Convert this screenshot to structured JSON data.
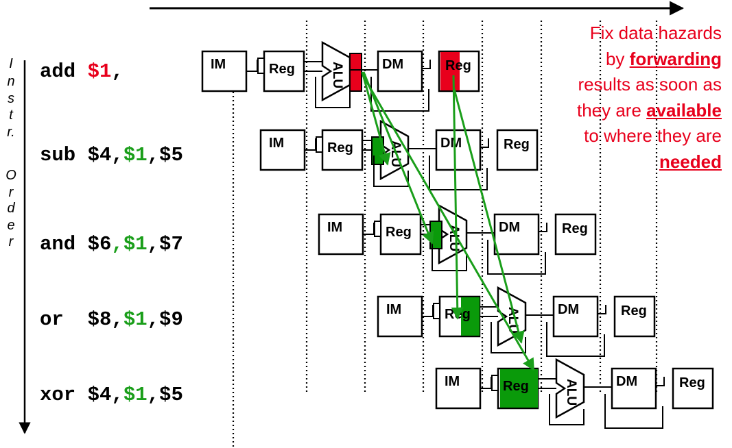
{
  "colors": {
    "hazard_red": "#e8001c",
    "forward_green": "#1a9e1a",
    "fill_green": "#0a9a0a"
  },
  "axis_label_letters": [
    "I",
    "n",
    "s",
    "t",
    "r.",
    "",
    "O",
    "r",
    "d",
    "e",
    "r"
  ],
  "instructions": [
    {
      "op": "add",
      "parts": [
        {
          "t": "add ",
          "c": "black"
        },
        {
          "t": "$1",
          "c": "red"
        },
        {
          "t": ",",
          "c": "black"
        }
      ]
    },
    {
      "op": "sub",
      "parts": [
        {
          "t": "sub $4,",
          "c": "black"
        },
        {
          "t": "$1",
          "c": "green"
        },
        {
          "t": ",$5",
          "c": "black"
        }
      ]
    },
    {
      "op": "and",
      "parts": [
        {
          "t": "and $6",
          "c": "black"
        },
        {
          "t": ",$1",
          "c": "green"
        },
        {
          "t": ",$7",
          "c": "black"
        }
      ]
    },
    {
      "op": "or",
      "parts": [
        {
          "t": "or  $8,",
          "c": "black"
        },
        {
          "t": "$1",
          "c": "green"
        },
        {
          "t": ",$9",
          "c": "black"
        }
      ]
    },
    {
      "op": "xor",
      "parts": [
        {
          "t": "xor $4,",
          "c": "black"
        },
        {
          "t": "$1",
          "c": "green"
        },
        {
          "t": ",$5",
          "c": "black"
        }
      ]
    }
  ],
  "stages": {
    "im": "IM",
    "reg": "Reg",
    "alu": "ALU",
    "dm": "DM"
  },
  "note": {
    "lines": [
      [
        {
          "t": "Fix data hazards",
          "em": false
        }
      ],
      [
        {
          "t": "by ",
          "em": false
        },
        {
          "t": "forwarding",
          "em": true
        }
      ],
      [
        {
          "t": "results as soon as",
          "em": false
        }
      ],
      [
        {
          "t": "they are ",
          "em": false
        },
        {
          "t": "available",
          "em": true
        }
      ],
      [
        {
          "t": "to where they are",
          "em": false
        }
      ],
      [
        {
          "t": "needed",
          "em": true
        }
      ]
    ]
  }
}
